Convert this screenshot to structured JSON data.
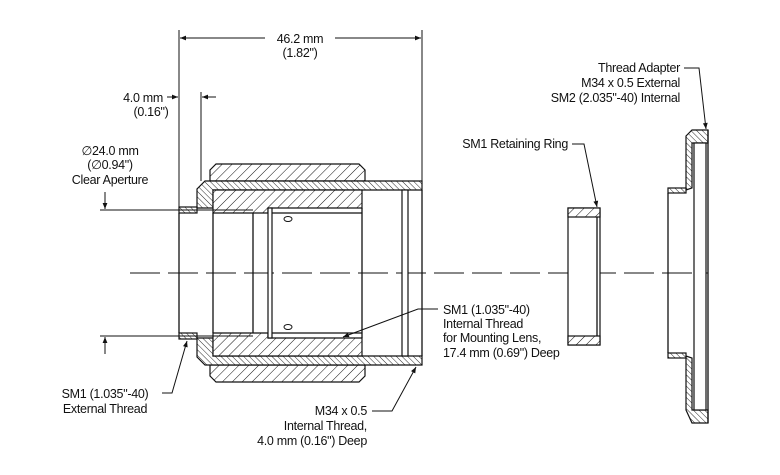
{
  "dimensions": {
    "length": {
      "line1": "46.2 mm",
      "line2": "(1.82\")"
    },
    "flange": {
      "line1": "4.0 mm",
      "line2": "(0.16\")"
    },
    "aperture": {
      "line1": "∅24.0 mm",
      "line2": "(∅0.94\")",
      "line3": "Clear Aperture"
    }
  },
  "callouts": {
    "thread_adapter": {
      "line1": "Thread Adapter",
      "line2": "M34 x 0.5 External",
      "line3": "SM2 (2.035\"-40) Internal"
    },
    "retaining_ring": {
      "line1": "SM1 Retaining Ring"
    },
    "internal_thread": {
      "line1": "SM1 (1.035\"-40)",
      "line2": "Internal Thread",
      "line3": "for Mounting Lens,",
      "line4": "17.4 mm (0.69\") Deep"
    },
    "external_thread": {
      "line1": "SM1 (1.035\"-40)",
      "line2": "External Thread"
    },
    "m34_thread": {
      "line1": "M34 x 0.5",
      "line2": "Internal Thread,",
      "line3": "4.0 mm (0.16\") Deep"
    }
  }
}
